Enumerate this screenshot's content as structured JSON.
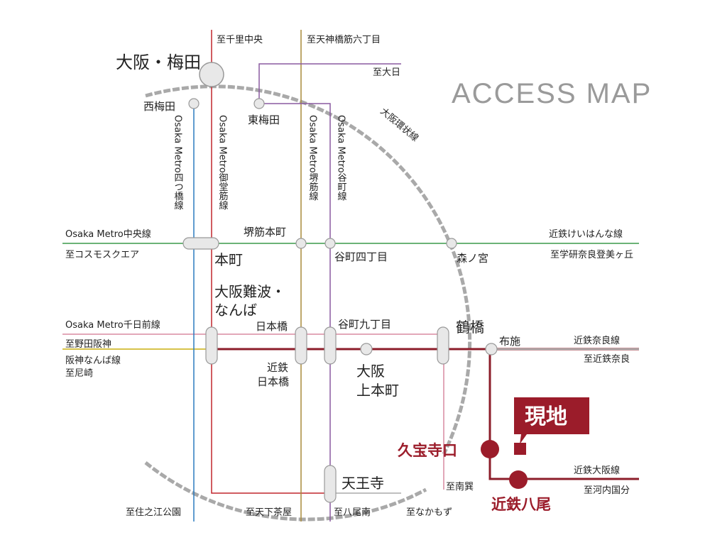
{
  "title": "ACCESS MAP",
  "colors": {
    "midosuji": "#c0272d",
    "yotsubashi": "#2b7bbf",
    "sakaisuji": "#a98a3a",
    "tanimachi": "#8a5aa0",
    "chuo": "#3a9a4a",
    "sennichimae": "#d98aa0",
    "hanshin": "#d7c34a",
    "kintetsu": "#8c1d2a",
    "loop": "#888888",
    "accent": "#9b1c2a"
  },
  "stations": {
    "umeda": "大阪・梅田",
    "nishiumeda": "西梅田",
    "higashiumeda": "東梅田",
    "sakaisujihonmachi": "堺筋本町",
    "honmachi": "本町",
    "tanimachi4": "谷町四丁目",
    "morinomiya": "森ノ宮",
    "namba_1": "大阪難波・",
    "namba_2": "なんば",
    "nipponbashi": "日本橋",
    "tanimachi9": "谷町九丁目",
    "tsuruhashi": "鶴橋",
    "fuse": "布施",
    "kintetsu_nipponbashi_1": "近鉄",
    "kintetsu_nipponbashi_2": "日本橋",
    "uehonmachi_1": "大阪",
    "uehonmachi_2": "上本町",
    "tennoji": "天王寺",
    "kyuhojiguchi": "久宝寺口",
    "kintetsuyao": "近鉄八尾",
    "site": "現地"
  },
  "lines": {
    "yotsubashi": "Osaka Metro四つ橋線",
    "midosuji": "Osaka Metro御堂筋線",
    "sakaisuji": "Osaka Metro堺筋線",
    "tanimachi": "Osaka Metro谷町線",
    "loop": "大阪環状線",
    "chuo": "Osaka Metro中央線",
    "keihanna": "近鉄けいはんな線",
    "sennichimae": "Osaka Metro千日前線",
    "hanshin": "阪神なんば線",
    "nara": "近鉄奈良線",
    "osaka": "近鉄大阪線"
  },
  "directions": {
    "senrichuo": "至千里中央",
    "tenjinbashi": "至天神橋筋六丁目",
    "dainichi": "至大日",
    "cosmo": "至コスモスクエア",
    "gakken": "至学研奈良登美ヶ丘",
    "nodahanshin": "至野田阪神",
    "amagasaki": "至尼崎",
    "kintetsunara": "至近鉄奈良",
    "kawachikokubu": "至河内国分",
    "minamitatsumi": "至南巽",
    "suminoekoen": "至住之江公園",
    "tengachaya": "至天下茶屋",
    "yaominami": "至八尾南",
    "nakamozu": "至なかもず"
  }
}
